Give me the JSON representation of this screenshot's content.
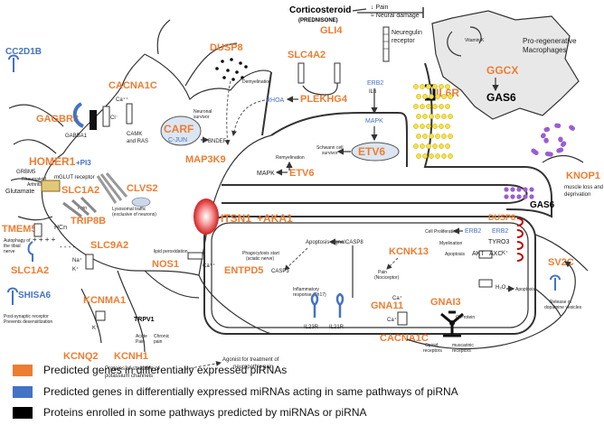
{
  "colors": {
    "predicted_gene": "#ED7D31",
    "mirna_gene": "#4472C4",
    "pathway_protein": "#000000"
  },
  "top": {
    "corticosteroid": "Corticosteroid",
    "prednisone": "(PREDNISONE)",
    "effect_pain": "↓ Pain",
    "effect_neural": "≈ Neural damage"
  },
  "macrophage": {
    "label_line1": "Pro-regenerative",
    "label_line2": "Macrophages",
    "vitamin_k": "Vitamin K",
    "ggcx": "GGCX",
    "gas6": "GAS6",
    "il6r": "IL6R"
  },
  "genes": {
    "cc2d1b": "CC2D1B",
    "gagbr3": "GAGBR3",
    "gabba1": "GABBA1",
    "cacna1c_top": "CACNA1C",
    "carf": "CARF",
    "cjun": "C-JUN",
    "map3k9": "MAP3K9",
    "dusp8_top": "DUSP8",
    "gli4": "GLI4",
    "slc4a2": "SLC4A2",
    "plekhg4": "PLEKHG4",
    "rhoa": "RHOA",
    "erb2_top": "ERB2",
    "mapk": "MAPK",
    "etv6_top": "ETV6",
    "etv6_mid": "ETV6",
    "homer1": "HOMER1",
    "pi3": "+PI3",
    "grbm5": "GRBM5",
    "slc1a2_a": "SLC1A2",
    "slc1a2_b": "SLC1A2",
    "clvs2": "CLVS2",
    "tmem59": "TMEM59",
    "trip8b": "TRIP8B",
    "slc9a2": "SLC9A2",
    "nos1": "NOS1",
    "itsn1": "ITSN1",
    "aka1": "+AKA1",
    "entpd5": "ENTPD5",
    "kcnk13": "KCNK13",
    "gna11": "GNA11",
    "gnai3": "GNAI3",
    "cacna1c_bottom": "CACNA1C",
    "kcnma1": "KCNMA1",
    "kcnq2": "KCNQ2",
    "kcnh1": "KCNH1",
    "shisa6": "SHISA6",
    "trpv1": "TRPV1",
    "knop1": "KNOP1",
    "sv2c": "SV2C",
    "dusp8_right": "DUSP8",
    "erb2_r1": "ERB2",
    "erb2_r2": "ERB2",
    "tyro3": "TYRO3",
    "axc": "AXC",
    "gas6_right": "GAS6",
    "il6": "IL6",
    "il23r": "IL23R",
    "il21r": "IL21R",
    "casp8": "CASP8",
    "casp3": "CASP3",
    "akt": "AKT"
  },
  "notes": {
    "neurologin_receptor_1": "Neuregulin",
    "neurologin_receptor_2": "receptor",
    "demyelination": "Demyelination",
    "remyelination": "Remyelination",
    "schwann_1": "Schwann cell",
    "schwann_2": "survivor",
    "neuronal_1": "Neuronal",
    "neuronal_2": "survivor",
    "bndef": "BNDEF",
    "camk_1": "CAMK",
    "camk_2": "and RAS",
    "cl": "Cl⁻",
    "ca_top": "Ca⁺⁺",
    "rheum_1": "Rheumatoid",
    "rheum_2": "Arthritis",
    "glutamate": "Glutamate",
    "mglut": "mGLUT receptor",
    "pain": "Pain",
    "lys_1": "Lysosomal traffic",
    "lys_2": "(exclusive of neurons)",
    "autophagy_1": "Autophagy of",
    "autophagy_2": "the tibial",
    "autophagy_3": "nerve",
    "hcn": "HCn",
    "na": "Na⁺",
    "k": "K⁺",
    "lipid": "lipid peroxidation",
    "ca_mid": "Ca⁺⁺",
    "post_1": "Post-synaptic receptor",
    "post_2": "Prevents desensitization",
    "acute_1": "Acute",
    "acute_2": "Pain",
    "chronic_1": "Chronic",
    "chronic_2": "pain",
    "proteins_1": "Proteins of structure of",
    "proteins_2": "potassium channels",
    "agonist_1": "Agonist for treatment of",
    "agonist_2": "neuropathic pain",
    "phago_1": "Phagocytosis start",
    "phago_2": "(sciatic nerve)",
    "apoptosis_signal": "Apoptosis signal",
    "inflam_1": "Inflammatory",
    "inflam_2": "response (Th17)",
    "pain_noc_1": "Pain",
    "pain_noc_2": "(Nociceptor)",
    "ca_1": "Ca⁺",
    "ca_2": "Ca⁺",
    "h2o": "H₂O",
    "apoptosis_k": "Apoptosis",
    "k_right": "K⁺",
    "gprotein": "G Protein",
    "opioid_1": "Opioid",
    "opioid_2": "receptors",
    "musc_1": "muscarinic",
    "musc_2": "receptors",
    "cell_prolif": "Cell Proliferation",
    "myelination": "Myelination",
    "apoptosis_r": "Apoptosis",
    "knop_1": "muscle loss and",
    "knop_2": "deprivation",
    "sv2c_1": "Release of",
    "sv2c_2": "dopamine vesicles"
  },
  "legend": [
    {
      "color": "#ED7D31",
      "text": "Predicted genes in differentially expressed piRNAs"
    },
    {
      "color": "#4472C4",
      "text": "Predicted genes in differentially expressed miRNAs  acting in same pathways of piRNA"
    },
    {
      "color": "#000000",
      "text": "Proteins enrolled in some pathways predicted by miRNAs or piRNA"
    }
  ]
}
